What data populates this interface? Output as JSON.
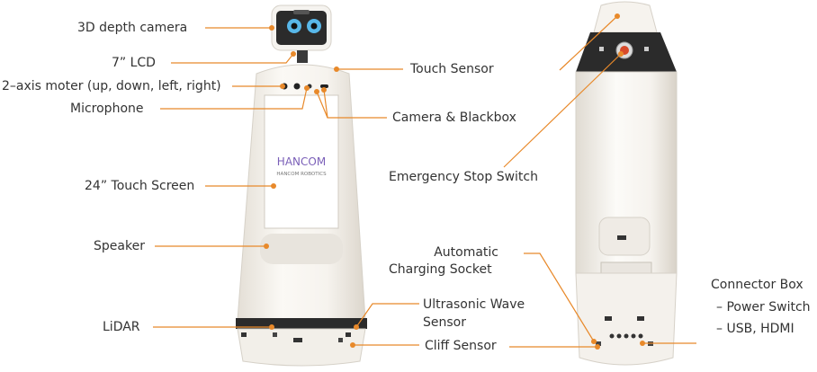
{
  "diagram": {
    "front_labels": {
      "depth_camera": "3D depth camera",
      "lcd": "7” LCD",
      "motor": "2–axis moter (up, down, left, right)",
      "microphone": "Microphone",
      "touch_screen": "24” Touch Screen",
      "speaker": "Speaker",
      "lidar": "LiDAR",
      "touch_sensor": "Touch Sensor",
      "camera_blackbox": "Camera & Blackbox",
      "ultrasonic_1": "Ultrasonic Wave",
      "ultrasonic_2": "Sensor",
      "cliff_sensor": "Cliff Sensor"
    },
    "back_labels": {
      "emergency_stop": "Emergency Stop Switch",
      "charging_1": "Automatic",
      "charging_2": "Charging Socket",
      "connector_title": "Connector Box",
      "connector_item1": "– Power Switch",
      "connector_item2": "– USB, HDMI"
    },
    "screen_logo": {
      "brand": "HANCOM",
      "sub": "HANCOM ROBOTICS"
    },
    "colors": {
      "leader": "#e8892a",
      "robot_body": "#f4f1ec",
      "robot_outline": "#d9d4cc",
      "dark": "#2b2b2b",
      "eye_blue": "#58b7e8"
    }
  }
}
